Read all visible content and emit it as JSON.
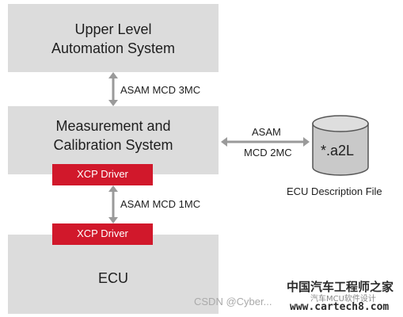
{
  "upper_box": {
    "line1": "Upper Level",
    "line2": "Automation System"
  },
  "top_arrow_label": "ASAM MCD 3MC",
  "mc_box": {
    "line1": "Measurement and",
    "line2": "Calibration System"
  },
  "xcp_top": "XCP Driver",
  "middle_arrow_label": "ASAM MCD 1MC",
  "xcp_bottom": "XCP Driver",
  "ecu_box": "ECU",
  "side_arrow_label": {
    "line1": "ASAM",
    "line2": "MCD 2MC"
  },
  "database": {
    "label": "*.a2L",
    "caption": "ECU Description File"
  },
  "watermark": {
    "csdn": "CSDN @Cyber...",
    "cn": "中国汽车工程师之家",
    "url": "www.cartech8.com",
    "overlay": "汽车MCU软件设计"
  },
  "colors": {
    "box_gray": "#dcdcdc",
    "accent_red": "#d1182b",
    "arrow_gray": "#9a9a9a"
  }
}
